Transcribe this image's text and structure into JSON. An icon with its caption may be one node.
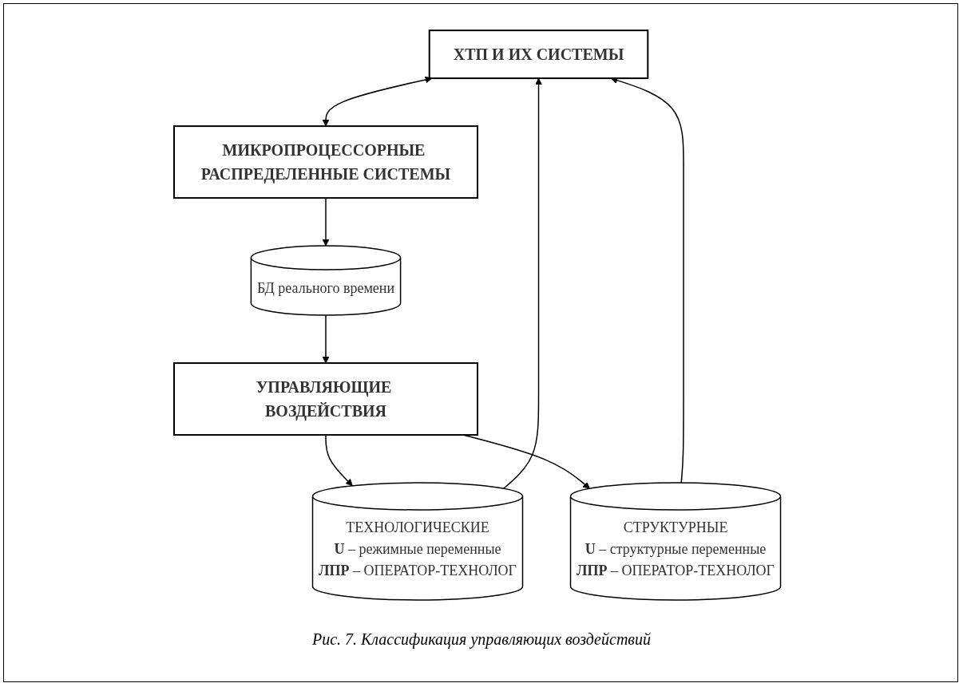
{
  "diagram": {
    "caption": "Рис. 7. Классификация управляющих воздействий",
    "nodes": [
      {
        "text": [
          "ХТП И ИХ СИСТЕМЫ"
        ]
      },
      {
        "text": [
          "МИКРОПРОЦЕССОРНЫЕ РАСПРЕДЕЛЕННЫЕ СИСТЕМЫ"
        ]
      },
      {
        "text": [
          "БД реального времени"
        ]
      },
      {
        "text": [
          "УПРАВЛЯЮЩИЕ ВОЗДЕЙСТВИЯ"
        ]
      },
      {
        "text": [
          "ТЕХНОЛОГИЧЕСКИЕ",
          "**U** – режимные переменные",
          "**ЛПР** – ОПЕРАТОР-ТЕХНОЛОГ"
        ]
      },
      {
        "text": [
          "СТРУКТУРНЫЕ",
          "**U** – структурные переменные",
          "**ЛПР** – ОПЕРАТОР-ТЕХНОЛОГ"
        ]
      }
    ],
    "edges": [
      {
        "from": 0,
        "to": 1,
        "arrow": "both"
      },
      {
        "from": 1,
        "to": 2,
        "arrow": "to"
      },
      {
        "from": 2,
        "to": 3,
        "arrow": "to"
      },
      {
        "from": 3,
        "to": 4,
        "arrow": "to"
      },
      {
        "from": 3,
        "to": 5,
        "arrow": "to"
      },
      {
        "from": 4,
        "to": 0,
        "arrow": "to"
      },
      {
        "from": 5,
        "to": 0,
        "arrow": "to"
      }
    ]
  }
}
